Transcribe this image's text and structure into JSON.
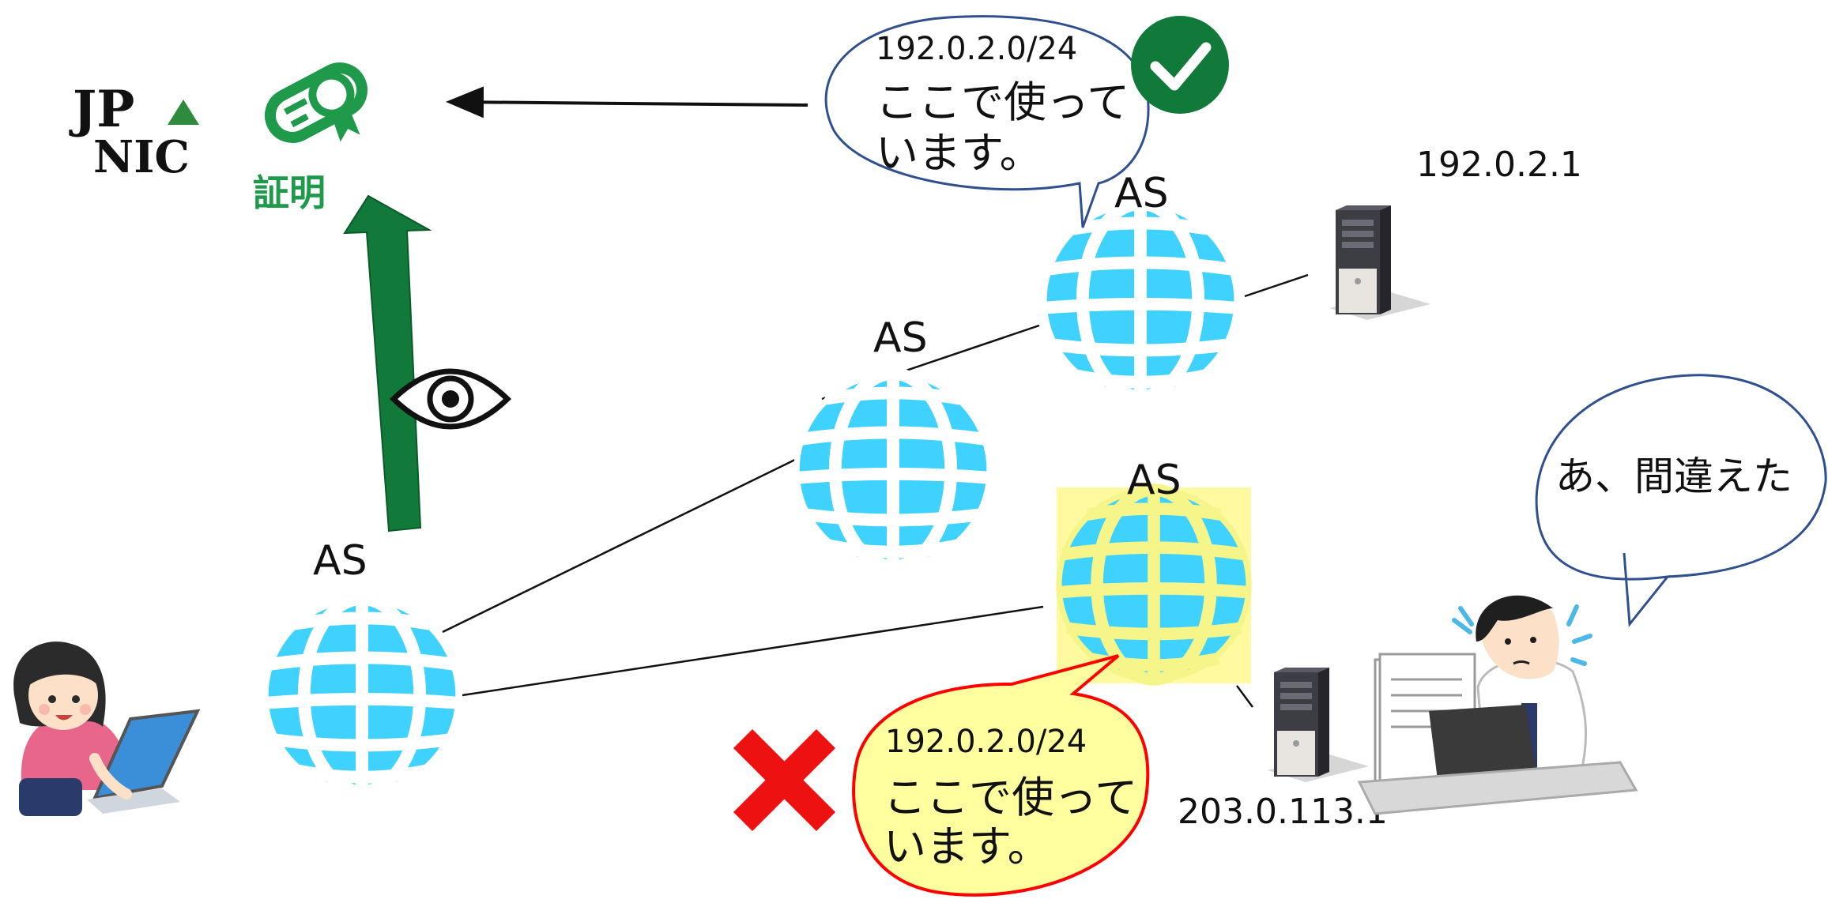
{
  "jpnic_logo": {
    "line1": "JP",
    "line2": "NIC",
    "text_color": "#111111",
    "accent_color": "#2e8b3e"
  },
  "certificate": {
    "label": "証明",
    "icon": "diploma-icon",
    "color": "#1e9a4a"
  },
  "as_nodes": {
    "top": "AS",
    "middle": "AS",
    "origin": "AS",
    "hijacker": "AS"
  },
  "globe_color": "#3fd2ff",
  "hijack_highlight_color": "#fffaa0",
  "hijack_grid_color": "#f5f58a",
  "valid_bubble": {
    "prefix": "192.0.2.0/24",
    "line1": "ここで使って",
    "line2": "います。",
    "check_icon": "check-circle-icon",
    "check_color": "#117a3a"
  },
  "invalid_bubble": {
    "prefix": "192.0.2.0/24",
    "line1": "ここで使って",
    "line2": "います。",
    "fill": "#ffffa0",
    "stroke": "#ff0000",
    "cross_icon": "red-x-icon",
    "cross_color": "#ee1111"
  },
  "operator_bubble": {
    "text": "あ、間違えた"
  },
  "servers": {
    "legit_ip": "192.0.2.1",
    "hijack_ip": "203.0.113.1"
  },
  "verify_arrow": {
    "color": "#117a3a",
    "icon": "eye-icon"
  }
}
